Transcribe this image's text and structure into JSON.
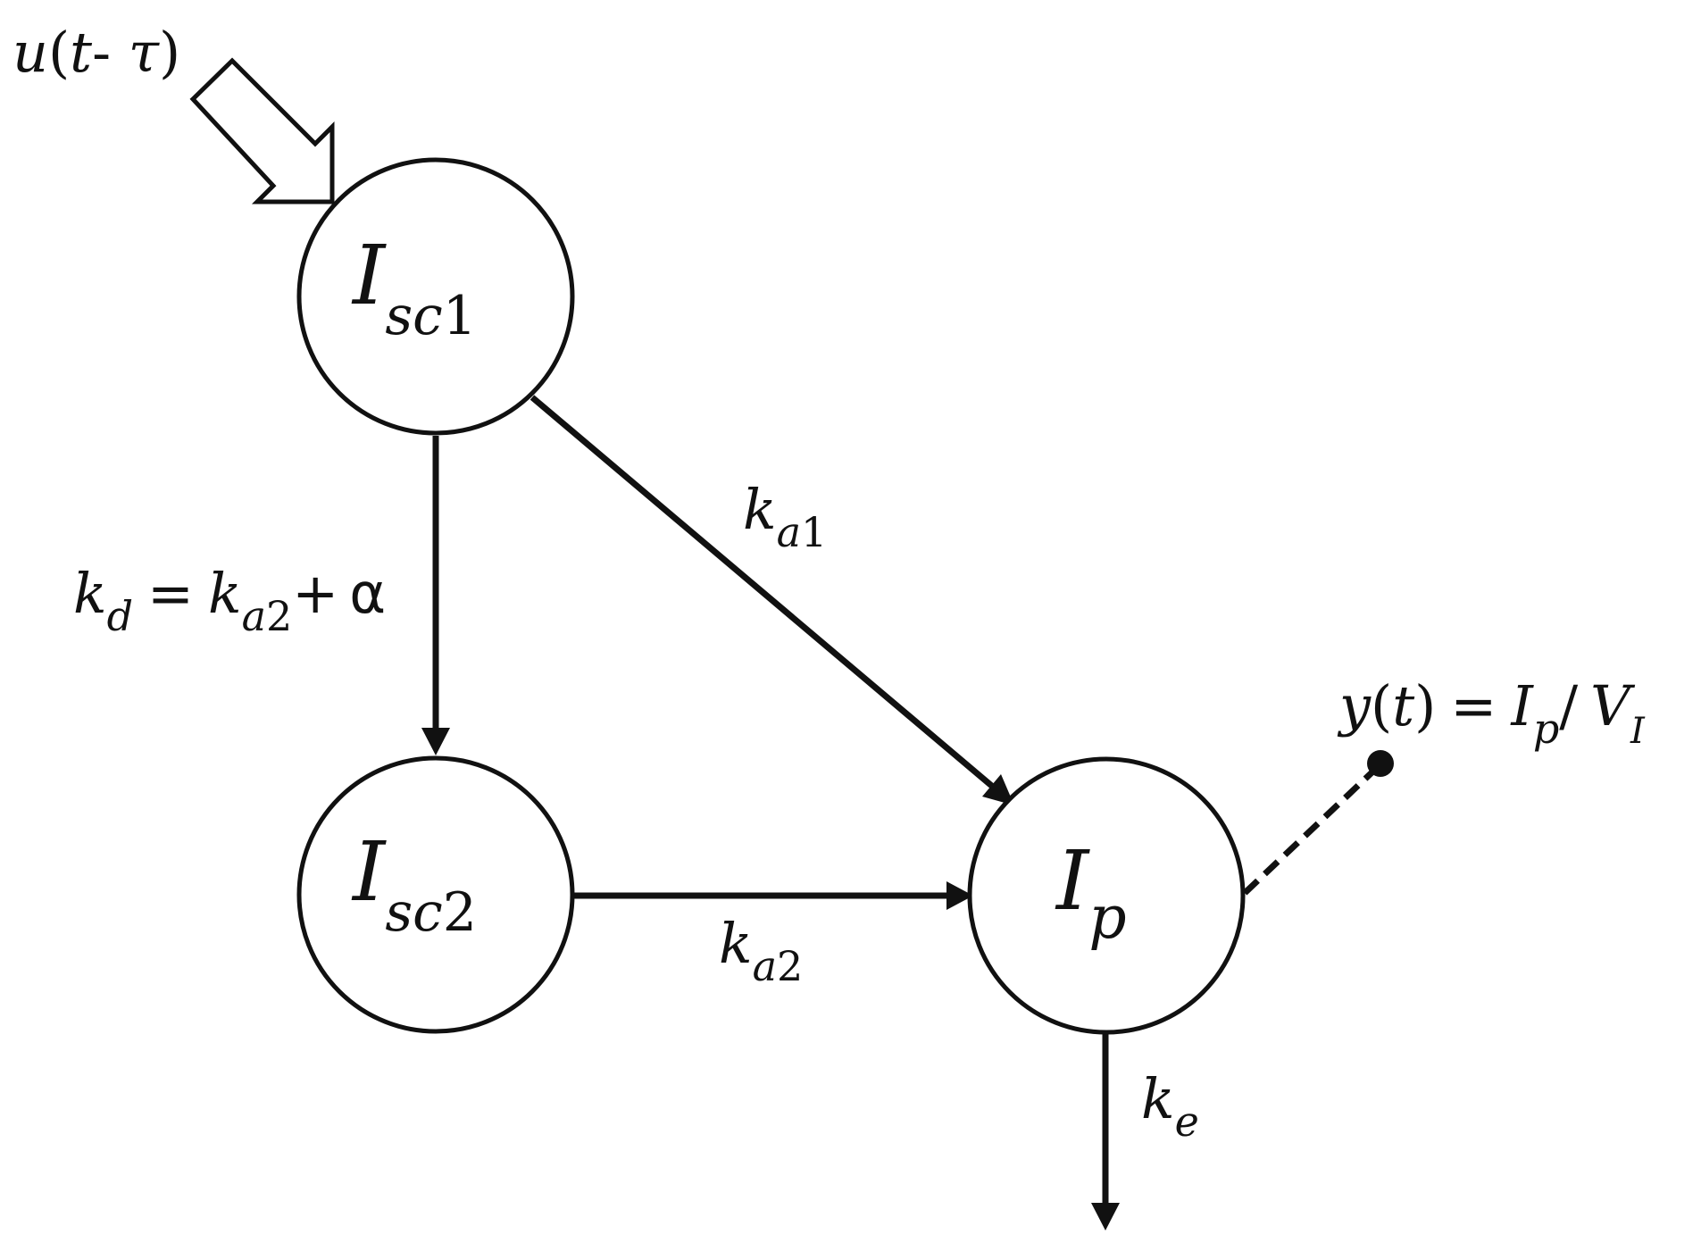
{
  "input": {
    "name": "u",
    "open_paren": "(",
    "arg": "t",
    "minus": "- ",
    "delay": "τ",
    "close_paren": ")"
  },
  "nodes": {
    "isc1": {
      "base": "I",
      "sub": "sc",
      "sub_num": "1"
    },
    "isc2": {
      "base": "I",
      "sub": "sc",
      "sub_num": "2"
    },
    "ip": {
      "base": "I",
      "sub": "p"
    }
  },
  "edges": {
    "kd": {
      "base": "k",
      "sub": "d",
      "equals": "=",
      "rhs_base": "k",
      "rhs_sub": "a",
      "rhs_sub_num": "2",
      "plus": "+",
      "alpha": "α"
    },
    "ka1": {
      "base": "k",
      "sub": "a",
      "sub_num": "1"
    },
    "ka2": {
      "base": "k",
      "sub": "a",
      "sub_num": "2"
    },
    "ke": {
      "base": "k",
      "sub": "e"
    }
  },
  "output": {
    "name": "y",
    "open_paren": "(",
    "arg": "t",
    "close_paren": ")",
    "equals": "=",
    "num_base": "I",
    "num_sub": "p",
    "slash": "/",
    "den_base": "V",
    "den_sub": "I"
  }
}
